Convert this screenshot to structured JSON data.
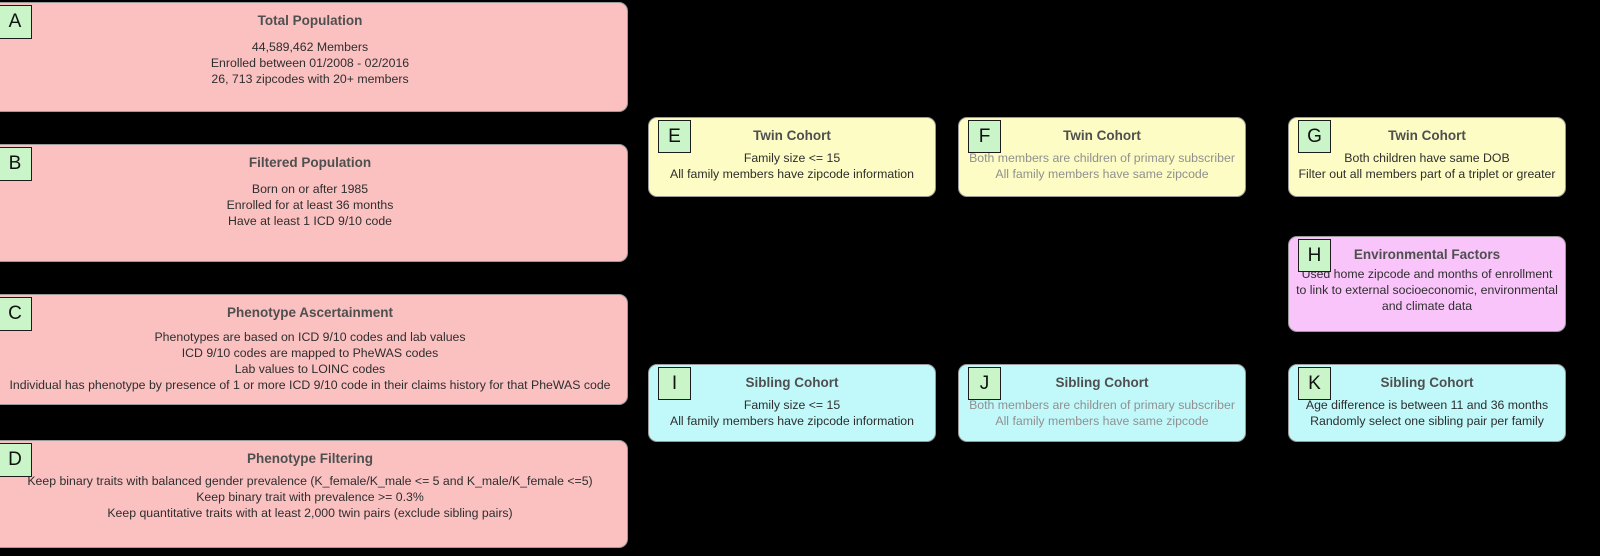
{
  "colors": {
    "background": "#000000",
    "population_box_fill": "#fbc1c1",
    "twin_cohort_fill": "#fcfcc4",
    "sibling_cohort_fill": "#c1f9fb",
    "environmental_fill": "#f9c4f9",
    "label_badge_fill": "#c9f5c9",
    "box_border": "#9a9a9a",
    "title_text": "#4f4f4f",
    "body_text": "#2e2e2e",
    "muted_body_text": "#909090"
  },
  "boxes": {
    "A": {
      "badge": "A",
      "title": "Total Population",
      "lines": [
        "44,589,462 Members",
        "Enrolled between 01/2008 - 02/2016",
        "26, 713 zipcodes with 20+ members"
      ]
    },
    "B": {
      "badge": "B",
      "title": "Filtered Population",
      "lines": [
        "Born on or after 1985",
        "Enrolled for at least 36 months",
        "Have at least 1 ICD 9/10 code"
      ]
    },
    "C": {
      "badge": "C",
      "title": "Phenotype Ascertainment",
      "lines": [
        "Phenotypes are based on ICD 9/10 codes and lab values",
        "ICD 9/10 codes are mapped to PheWAS codes",
        "Lab values to LOINC codes",
        "Individual has phenotype by presence of 1 or more ICD 9/10 code in their claims history for that PheWAS code"
      ]
    },
    "D": {
      "badge": "D",
      "title": "Phenotype Filtering",
      "lines": [
        "Keep binary traits with balanced gender prevalence (K_female/K_male <= 5 and K_male/K_female <=5)",
        "Keep binary trait with prevalence >= 0.3%",
        "Keep quantitative traits with at least 2,000 twin pairs (exclude sibling pairs)"
      ]
    },
    "E": {
      "badge": "E",
      "title": "Twin Cohort",
      "lines": [
        "Family size <= 15",
        "All family members have zipcode information"
      ]
    },
    "F": {
      "badge": "F",
      "title": "Twin Cohort",
      "lines": [
        "Both members are children of primary subscriber",
        "All family members have same zipcode"
      ]
    },
    "G": {
      "badge": "G",
      "title": "Twin Cohort",
      "lines": [
        "Both children have same DOB",
        "Filter out all members part of a triplet or greater"
      ]
    },
    "H": {
      "badge": "H",
      "title": "Environmental Factors",
      "lines": [
        "Used home zipcode and months of enrollment to link to external socioeconomic, environmental and climate data"
      ]
    },
    "I": {
      "badge": "I",
      "title": "Sibling Cohort",
      "lines": [
        "Family size <= 15",
        "All family members have zipcode information"
      ]
    },
    "J": {
      "badge": "J",
      "title": "Sibling Cohort",
      "lines": [
        "Both members are children of primary subscriber",
        "All family members have same zipcode"
      ]
    },
    "K": {
      "badge": "K",
      "title": "Sibling Cohort",
      "lines": [
        "Age difference is between 11 and 36 months",
        "Randomly select one sibling pair per family"
      ]
    }
  }
}
